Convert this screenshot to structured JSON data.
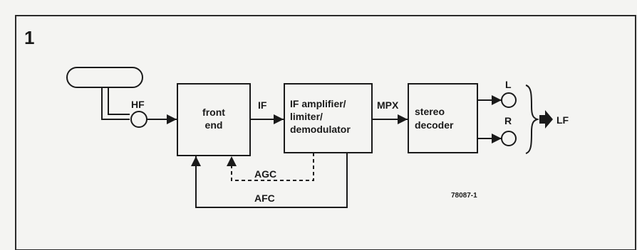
{
  "figure_number": "1",
  "labels": {
    "hf": "HF",
    "if": "IF",
    "mpx": "MPX",
    "agc": "AGC",
    "afc": "AFC",
    "left": "L",
    "right": "R",
    "lf": "LF",
    "code": "78087-1"
  },
  "blocks": {
    "front_end": [
      "front",
      "end"
    ],
    "if_amplifier": [
      "IF amplifier/",
      "limiter/",
      "demodulator"
    ],
    "stereo_decoder": [
      "stereo",
      "decoder"
    ]
  }
}
